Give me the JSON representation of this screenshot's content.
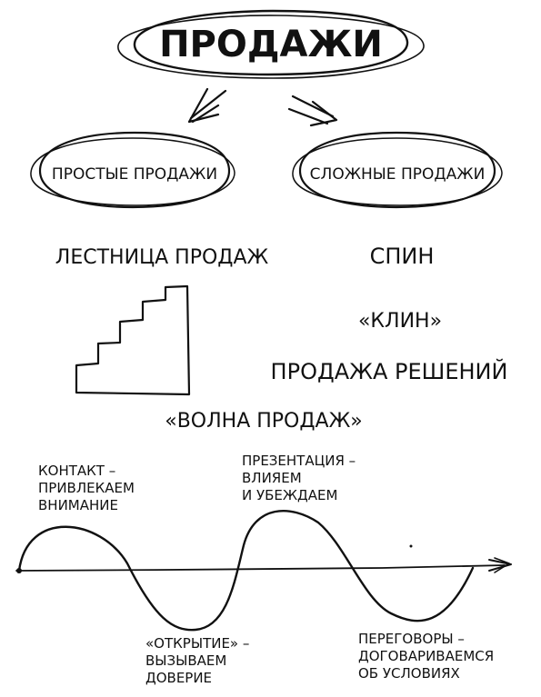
{
  "title": "ПРОДАЖИ",
  "branches": {
    "left": "ПРОСТЫЕ ПРОДАЖИ",
    "right": "СЛОЖНЫЕ ПРОДАЖИ"
  },
  "simple": {
    "ladder_label": "ЛЕСТНИЦА ПРОДАЖ",
    "wave_label": "«ВОЛНА ПРОДАЖ»"
  },
  "complex": {
    "items": [
      "СПИН",
      "«КЛИН»",
      "ПРОДАЖА РЕШЕНИЙ"
    ]
  },
  "wave_stages": {
    "contact": [
      "КОНТАКТ –",
      "ПРИВЛЕКАЕМ",
      "ВНИМАНИЕ"
    ],
    "presentation": [
      "ПРЕЗЕНТАЦИЯ –",
      "ВЛИЯЕМ",
      "И УБЕЖДАЕМ"
    ],
    "opening": [
      "«ОТКРЫТИЕ» –",
      "ВЫЗЫВАЕМ",
      "ДОВЕРИЕ"
    ],
    "negotiation": [
      "ПЕРЕГОВОРЫ –",
      "ДОГОВАРИВАЕМСЯ",
      "ОБ УСЛОВИЯХ"
    ]
  }
}
